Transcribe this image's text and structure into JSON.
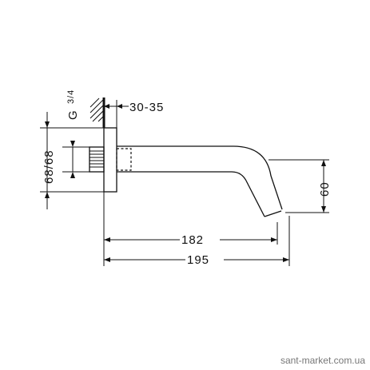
{
  "dimensions": {
    "wall_thickness": "30-35",
    "thread": "G",
    "thread_size": "3/4",
    "height_range": "68/68",
    "spout_height": "60",
    "projection_inner": "182",
    "projection_total": "195"
  },
  "watermark": "sant-market.com.ua"
}
